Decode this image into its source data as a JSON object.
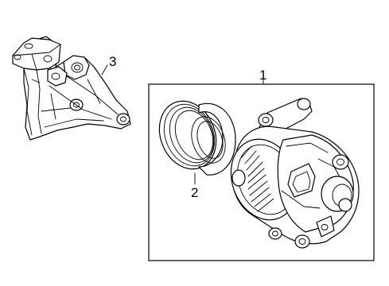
{
  "callouts": [
    {
      "id": "alternator",
      "label": "1"
    },
    {
      "id": "pulley",
      "label": "2"
    },
    {
      "id": "bracket",
      "label": "3"
    }
  ]
}
